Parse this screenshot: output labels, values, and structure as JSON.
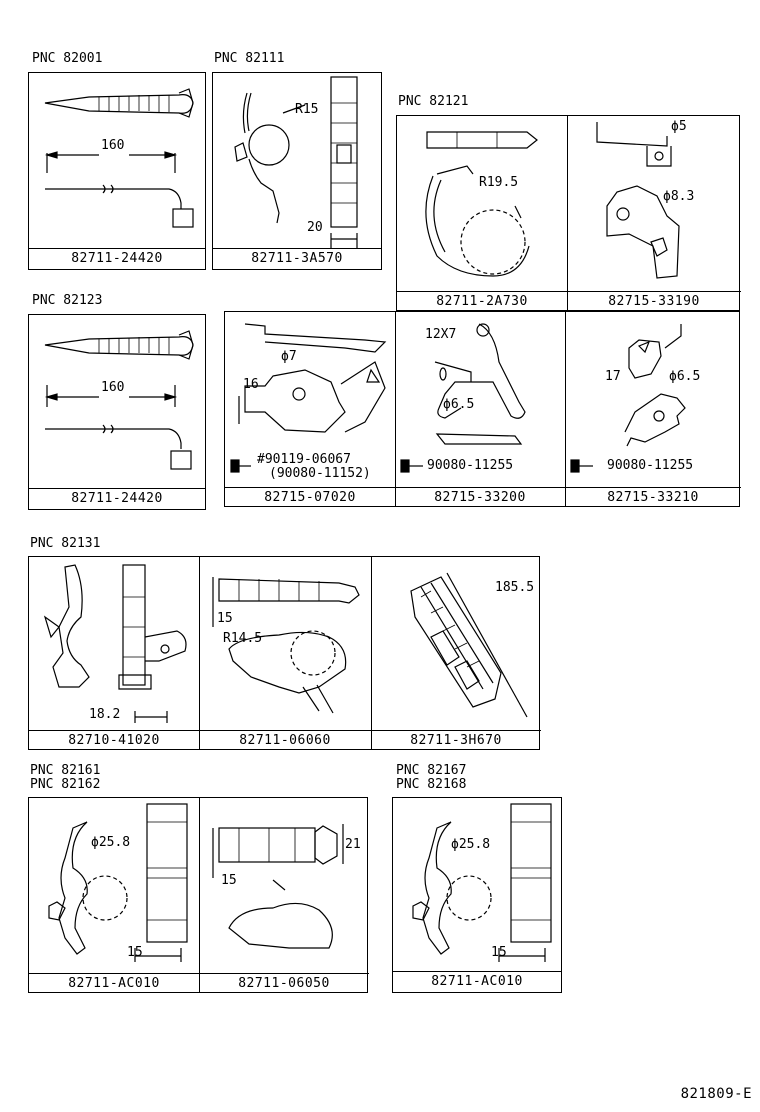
{
  "pnc_labels": {
    "p82001": "PNC 82001",
    "p82111": "PNC 82111",
    "p82121": "PNC 82121",
    "p82123": "PNC 82123",
    "p82131": "PNC 82131",
    "p82161": "PNC 82161",
    "p82162": "PNC 82162",
    "p82167": "PNC 82167",
    "p82168": "PNC 82168"
  },
  "parts": {
    "band_82001": {
      "number": "82711-24420",
      "length": "160"
    },
    "clamp_82111": {
      "number": "82711-3A570",
      "radius": "R15",
      "width": "20"
    },
    "clamp_82121": {
      "number": "82711-2A730",
      "radius": "R19.5"
    },
    "bracket_33190": {
      "number": "82715-33190",
      "hole1": "ϕ5",
      "hole2": "ϕ8.3"
    },
    "band_82123": {
      "number": "82711-24420",
      "length": "160"
    },
    "bracket_07020": {
      "number": "82715-07020",
      "hole": "ϕ7",
      "height": "16",
      "bolt1": "#90119-06067",
      "bolt2": "(90080-11152)"
    },
    "bracket_33200": {
      "number": "82715-33200",
      "slot": "12X7",
      "hole": "ϕ6.5",
      "bolt": "90080-11255"
    },
    "bracket_33210": {
      "number": "82715-33210",
      "hole": "ϕ6.5",
      "width": "17",
      "bolt": "90080-11255"
    },
    "clamp_41020": {
      "number": "82710-41020",
      "width": "18.2"
    },
    "clamp_06060": {
      "number": "82711-06060",
      "height": "15",
      "radius": "R14.5"
    },
    "clamp_3H670": {
      "number": "82711-3H670",
      "length": "185.5"
    },
    "clamp_AC010_a": {
      "number": "82711-AC010",
      "diameter": "ϕ25.8",
      "width": "15"
    },
    "clamp_06050": {
      "number": "82711-06050",
      "height": "21",
      "width": "15"
    },
    "clamp_AC010_b": {
      "number": "82711-AC010",
      "diameter": "ϕ25.8",
      "width": "15"
    }
  },
  "footer": {
    "code": "821809-E"
  }
}
